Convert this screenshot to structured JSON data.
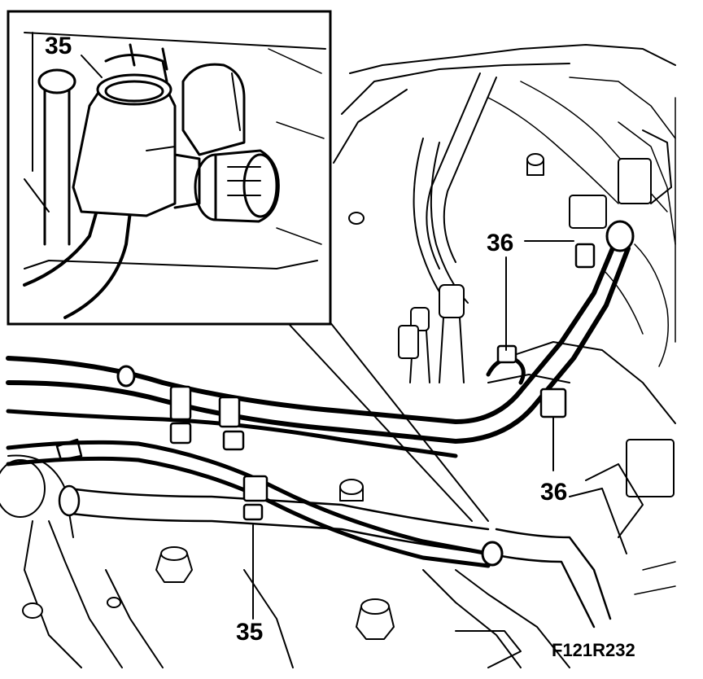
{
  "figure": {
    "code": "F121R232",
    "callouts": [
      {
        "id": "callout-35-inset",
        "text": "35"
      },
      {
        "id": "callout-36-top",
        "text": "36"
      },
      {
        "id": "callout-36-right",
        "text": "36"
      },
      {
        "id": "callout-35-bottom",
        "text": "35"
      }
    ]
  }
}
